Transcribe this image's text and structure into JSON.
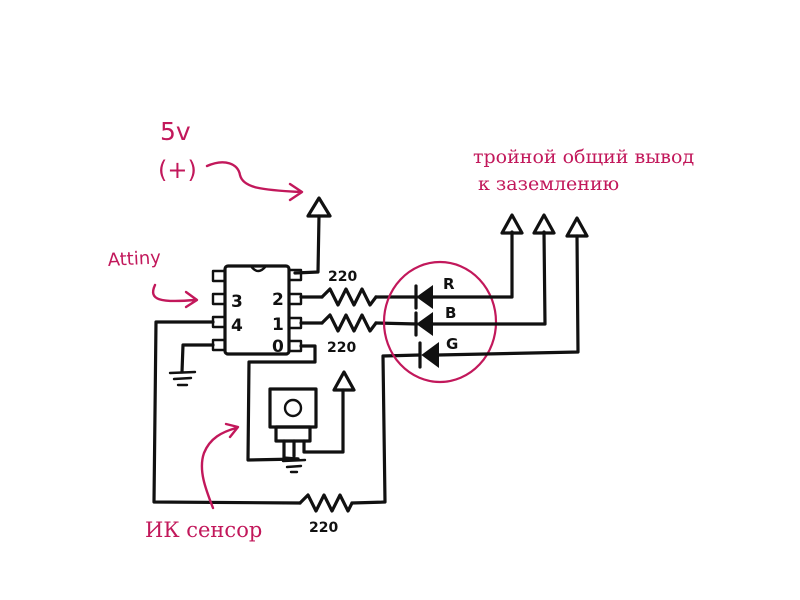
{
  "colors": {
    "ink": "#111111",
    "accent": "#c2185b",
    "background": "#ffffff"
  },
  "labels": {
    "supply_line1": "5v",
    "supply_line2": "(+)",
    "chip": "Attiny",
    "ir_sensor": "ИК сенсор",
    "common_line1": "тройной общий вывод",
    "common_line2": "к заземлению"
  },
  "chip_pins": {
    "left_top": "3",
    "left_bottom": "4",
    "right_1": "2",
    "right_2": "1",
    "right_3": "0"
  },
  "resistors": {
    "r_red": "220",
    "r_blue": "220",
    "r_sensor": "220"
  },
  "leds": {
    "red": "R",
    "blue": "B",
    "green": "G"
  }
}
